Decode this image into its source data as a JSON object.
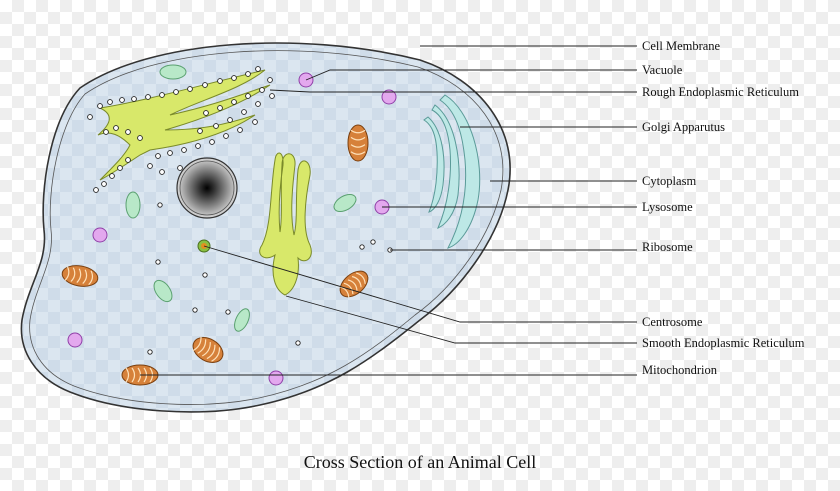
{
  "caption": "Cross Section of an Animal Cell",
  "labels": {
    "cell_membrane": "Cell Membrane",
    "vacuole": "Vacuole",
    "rough_er": "Rough Endoplasmic Reticulum",
    "golgi": "Golgi Apparutus",
    "cytoplasm": "Cytoplasm",
    "lysosome": "Lysosome",
    "ribosome": "Ribosome",
    "centrosome": "Centrosome",
    "smooth_er": "Smooth Endoplasmic Reticulum",
    "mitochondrion": "Mitochondrion"
  },
  "colors": {
    "cytoplasm_fill": "#d5e2ee",
    "membrane_stroke": "#333333",
    "er_green": "#d8e86a",
    "mitochondrion": "#d6813a",
    "lysosome": "#e3a8ee",
    "vacuole": "#b8e8c8",
    "golgi": "#bde8e6"
  }
}
